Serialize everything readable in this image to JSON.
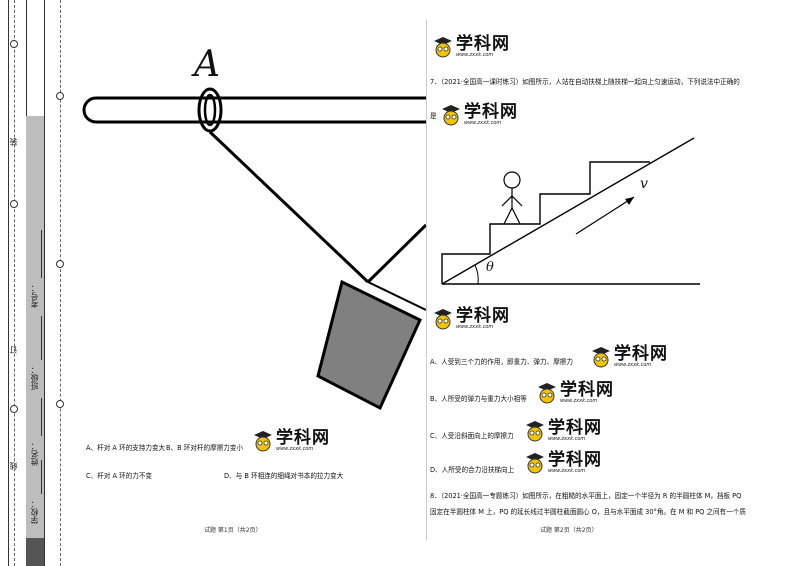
{
  "binding": {
    "labels": [
      "学校：",
      "姓名：",
      "班级：",
      "考号："
    ],
    "seal_chars": [
      "○",
      "装",
      "○",
      "订",
      "○",
      "线",
      "○"
    ]
  },
  "page1": {
    "figure_label": "A",
    "options": {
      "a": "A、杆对 A 环的支持力变大",
      "b": "B、B 环对杆的摩擦力变小",
      "c": "C、杆对 A 环的力不变",
      "d": "D、与 B 环相连的细绳对书本的拉力变大"
    },
    "footer": "试题  第1页（共2页）"
  },
  "page2": {
    "q7": {
      "line1": "7．（2021·全国高一课时练习）如图所示，人站在自动扶梯上随扶梯一起向上匀速运动，下列说法中正确的",
      "line2": "是"
    },
    "figure": {
      "v_label": "v",
      "theta_label": "θ"
    },
    "options": {
      "a": "A、人受到三个力的作用，即重力、弹力、摩擦力",
      "b": "B、人所受的弹力与重力大小相等",
      "c": "C、人受沿斜面向上的摩擦力",
      "d": "D、人所受的合力沿扶梯向上"
    },
    "q8": {
      "line1": "8．（2021·全国高一专题练习）如图所示，在粗糙的水平面上，固定一个半径为 R 的半圆柱体 M，挡板 PQ",
      "line2": "固定在半圆柱体 M 上，PQ 的延长线过半圆柱截面圆心 O，且与水平面成 30°角。在 M 和 PQ 之间有一个质"
    },
    "footer": "试题  第2页（共2页）"
  },
  "watermark": {
    "name": "学科网",
    "url": "www.zxxk.com"
  }
}
